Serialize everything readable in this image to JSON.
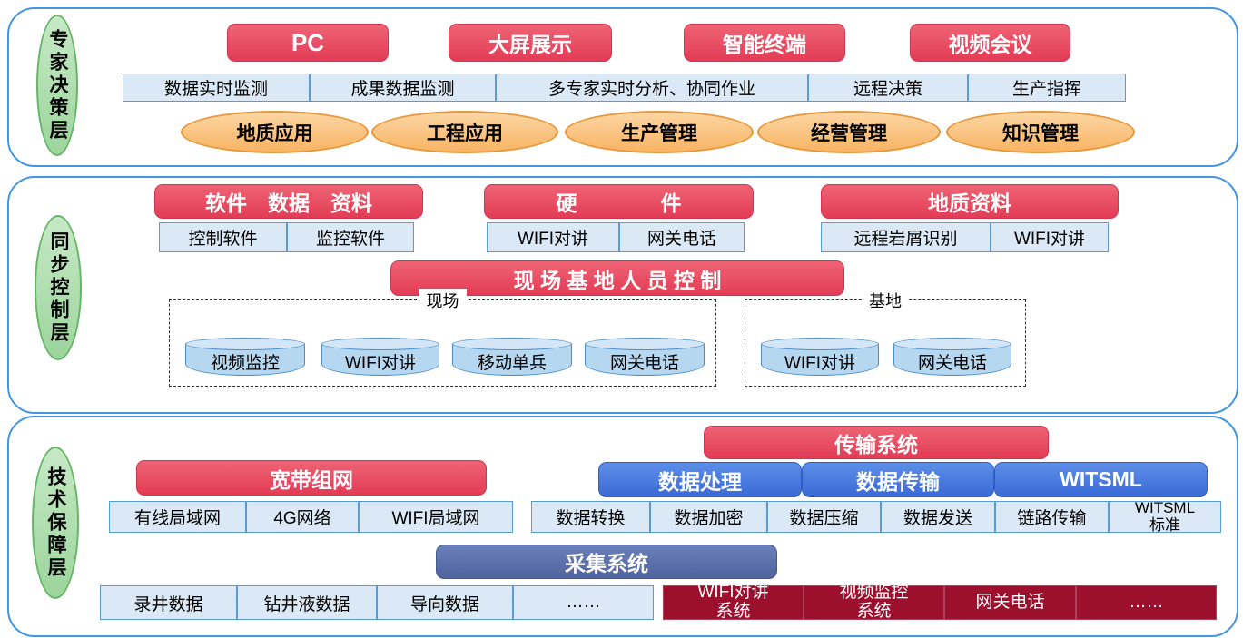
{
  "colors": {
    "red_accent": "#e23c56",
    "blue_accent": "#3a6ad6",
    "light_blue_fill": "#dbe9f6",
    "blue_border": "#5b9bd5",
    "orange_fill": "#f7b464",
    "green_fill": "#9cd59c",
    "dark_blue": "#4f639f",
    "dark_red": "#9c102e",
    "section_border": "#4596e0"
  },
  "layers": {
    "expert": {
      "label": "专家决策层",
      "devices": [
        "PC",
        "大屏展示",
        "智能终端",
        "视频会议"
      ],
      "functions": [
        "数据实时监测",
        "成果数据监测",
        "多专家实时分析、协同作业",
        "远程决策",
        "生产指挥"
      ],
      "applications": [
        "地质应用",
        "工程应用",
        "生产管理",
        "经营管理",
        "知识管理"
      ]
    },
    "sync": {
      "label": "同步控制层",
      "groups": [
        {
          "header": "软件　数据　资料",
          "items": [
            "控制软件",
            "监控软件"
          ]
        },
        {
          "header": "硬　　　　件",
          "items": [
            "WIFI对讲",
            "网关电话"
          ]
        },
        {
          "header": "地质资料",
          "items": [
            "远程岩屑识别",
            "WIFI对讲"
          ]
        }
      ],
      "control_bar": "现 场 基 地 人 员 控 制",
      "site": {
        "label": "现场",
        "items": [
          "视频监控",
          "WIFI对讲",
          "移动单兵",
          "网关电话"
        ]
      },
      "base": {
        "label": "基地",
        "items": [
          "WIFI对讲",
          "网关电话"
        ]
      }
    },
    "tech": {
      "label": "技术保障层",
      "transmission_header": "传输系统",
      "broadband_header": "宽带组网",
      "blue_buttons": [
        "数据处理",
        "数据传输",
        "WITSML"
      ],
      "network_items": [
        "有线局域网",
        "4G网络",
        "WIFI局域网"
      ],
      "data_items": [
        "数据转换",
        "数据加密",
        "数据压缩",
        "数据发送",
        "链路传输",
        "WITSML\n标准"
      ],
      "collection_header": "采集系统",
      "collection_items": [
        "录井数据",
        "钻井液数据",
        "导向数据",
        "……"
      ],
      "systems": [
        "WIFI对讲\n系统",
        "视频监控\n系统",
        "网关电话",
        "……"
      ]
    }
  }
}
